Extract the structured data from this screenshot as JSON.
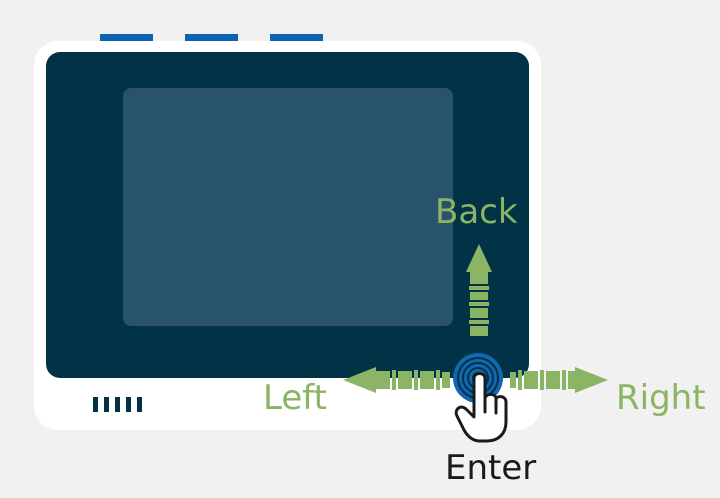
{
  "colors": {
    "page_background": "#f1f1f1",
    "device_shell": "#ffffff",
    "bezel": "#023246",
    "screen": "#28536a",
    "top_buttons": "#0b63b2",
    "arrow_green": "#8bb464",
    "enter_button": "#1167b1",
    "label_dark": "#1a1a1a"
  },
  "icons": {
    "device": "device-outline",
    "arrow_up": "arrow-up-icon",
    "arrow_left": "arrow-left-icon",
    "arrow_right": "arrow-right-icon",
    "enter_button": "circle-button-icon",
    "hand": "pointing-hand-icon",
    "speaker": "speaker-grille-icon"
  },
  "labels": {
    "back": "Back",
    "left": "Left",
    "right": "Right",
    "enter": "Enter"
  }
}
